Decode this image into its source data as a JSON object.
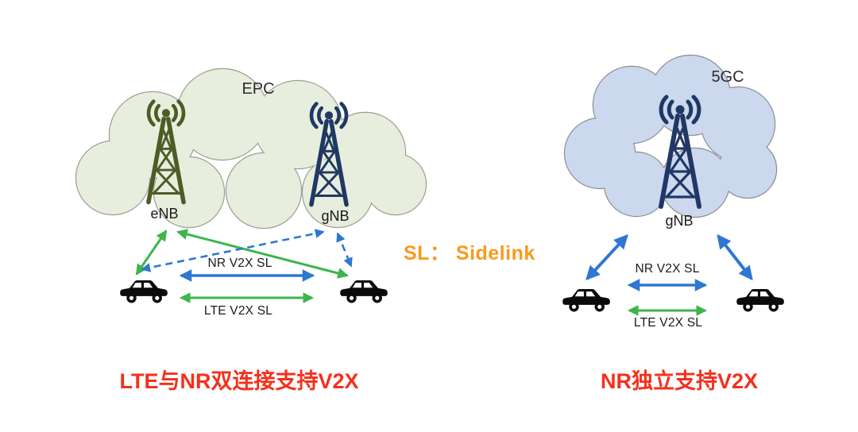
{
  "legend": {
    "sidelink_label": "SL： Sidelink"
  },
  "left_panel": {
    "cloud_label": "EPC",
    "towers": [
      {
        "label": "eNB"
      },
      {
        "label": "gNB"
      }
    ],
    "links": {
      "nr_sidelink": "NR V2X SL",
      "lte_sidelink": "LTE V2X SL"
    },
    "caption": "LTE与NR双连接支持V2X"
  },
  "right_panel": {
    "cloud_label": "5GC",
    "towers": [
      {
        "label": "gNB"
      }
    ],
    "links": {
      "nr_sidelink": "NR V2X SL",
      "lte_sidelink": "LTE V2X SL"
    },
    "caption": "NR独立支持V2X"
  },
  "colors": {
    "epc_cloud_fill": "#e8eedd",
    "epc_cloud_stroke": "#99a091",
    "fivegc_cloud_fill": "#cbd8ee",
    "fivegc_cloud_stroke": "#8b8f94",
    "enb_tower": "#4d5c27",
    "gnb_tower": "#203864",
    "lte_link_green": "#3cb54b",
    "nr_link_blue": "#2e77d2",
    "sidelink_orange": "#f89a1c",
    "caption_red": "#f4301c",
    "car_black": "#0b0b0b"
  }
}
